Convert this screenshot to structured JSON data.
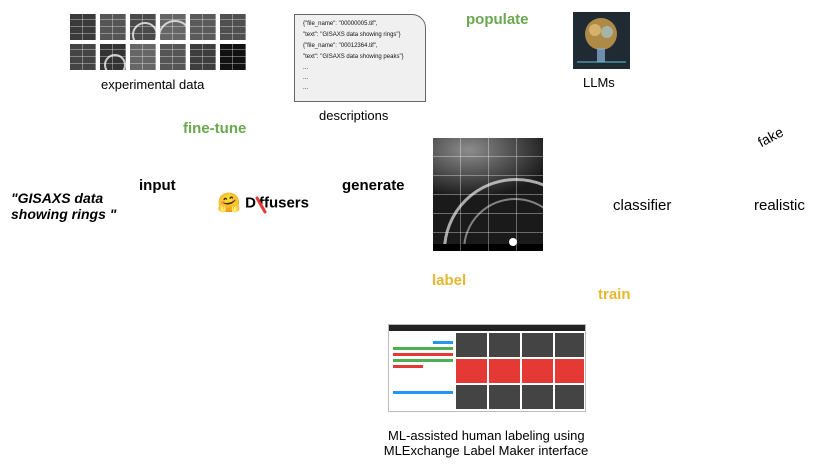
{
  "experimental": {
    "caption": "experimental data"
  },
  "descriptions": {
    "caption": "descriptions",
    "lines": [
      "{\"file_name\": \"00000005.tif\",",
      "\"text\": \"GISAXS data showing rings\"}",
      "{\"file_name\": \"00012364.tif\",",
      "\"text\": \"GISAXS data showing peaks\"}",
      "...",
      "...",
      "..."
    ]
  },
  "populate": {
    "label": "populate"
  },
  "llms": {
    "caption": "LLMs"
  },
  "finetune": {
    "label": "fine-tune"
  },
  "prompt": {
    "text": "\"GISAXS data showing rings \""
  },
  "input": {
    "label": "input"
  },
  "diffusers": {
    "text": "D ffusers",
    "emoji": "🤗"
  },
  "generate": {
    "label": "generate"
  },
  "classifier": {
    "label": "classifier"
  },
  "fake": {
    "label": "fake"
  },
  "realistic": {
    "label": "realistic"
  },
  "label_edge": {
    "label": "label"
  },
  "train": {
    "label": "train"
  },
  "labelmaker": {
    "caption_line1": "ML-assisted human labeling using",
    "caption_line2": "MLExchange Label Maker interface"
  },
  "colors": {
    "green": "#6aa84f",
    "yellow": "#e8b730",
    "red": "#e53935"
  }
}
